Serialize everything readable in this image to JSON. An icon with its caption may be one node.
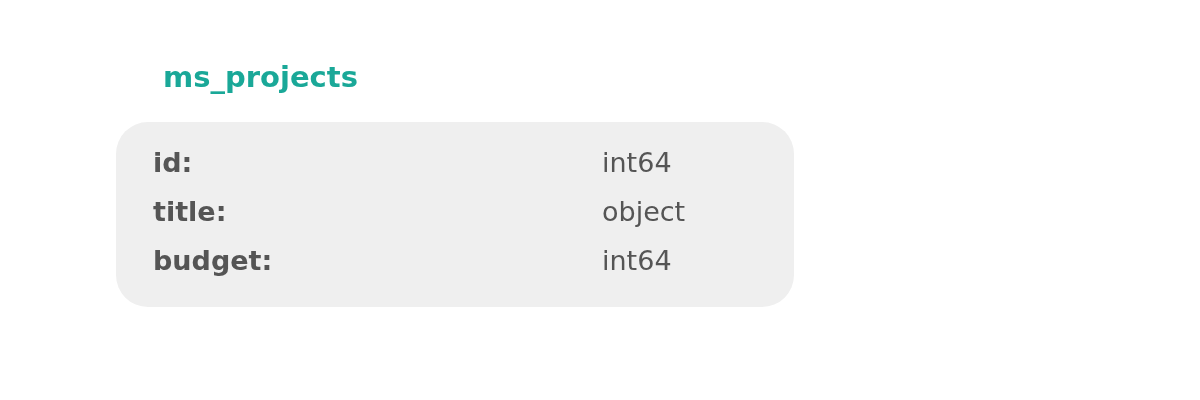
{
  "diagram": {
    "nodes": [
      {
        "text": [
          "ms_projects",
          "id:",
          "int64",
          "title:",
          "object",
          "budget:",
          "int64"
        ]
      }
    ]
  }
}
